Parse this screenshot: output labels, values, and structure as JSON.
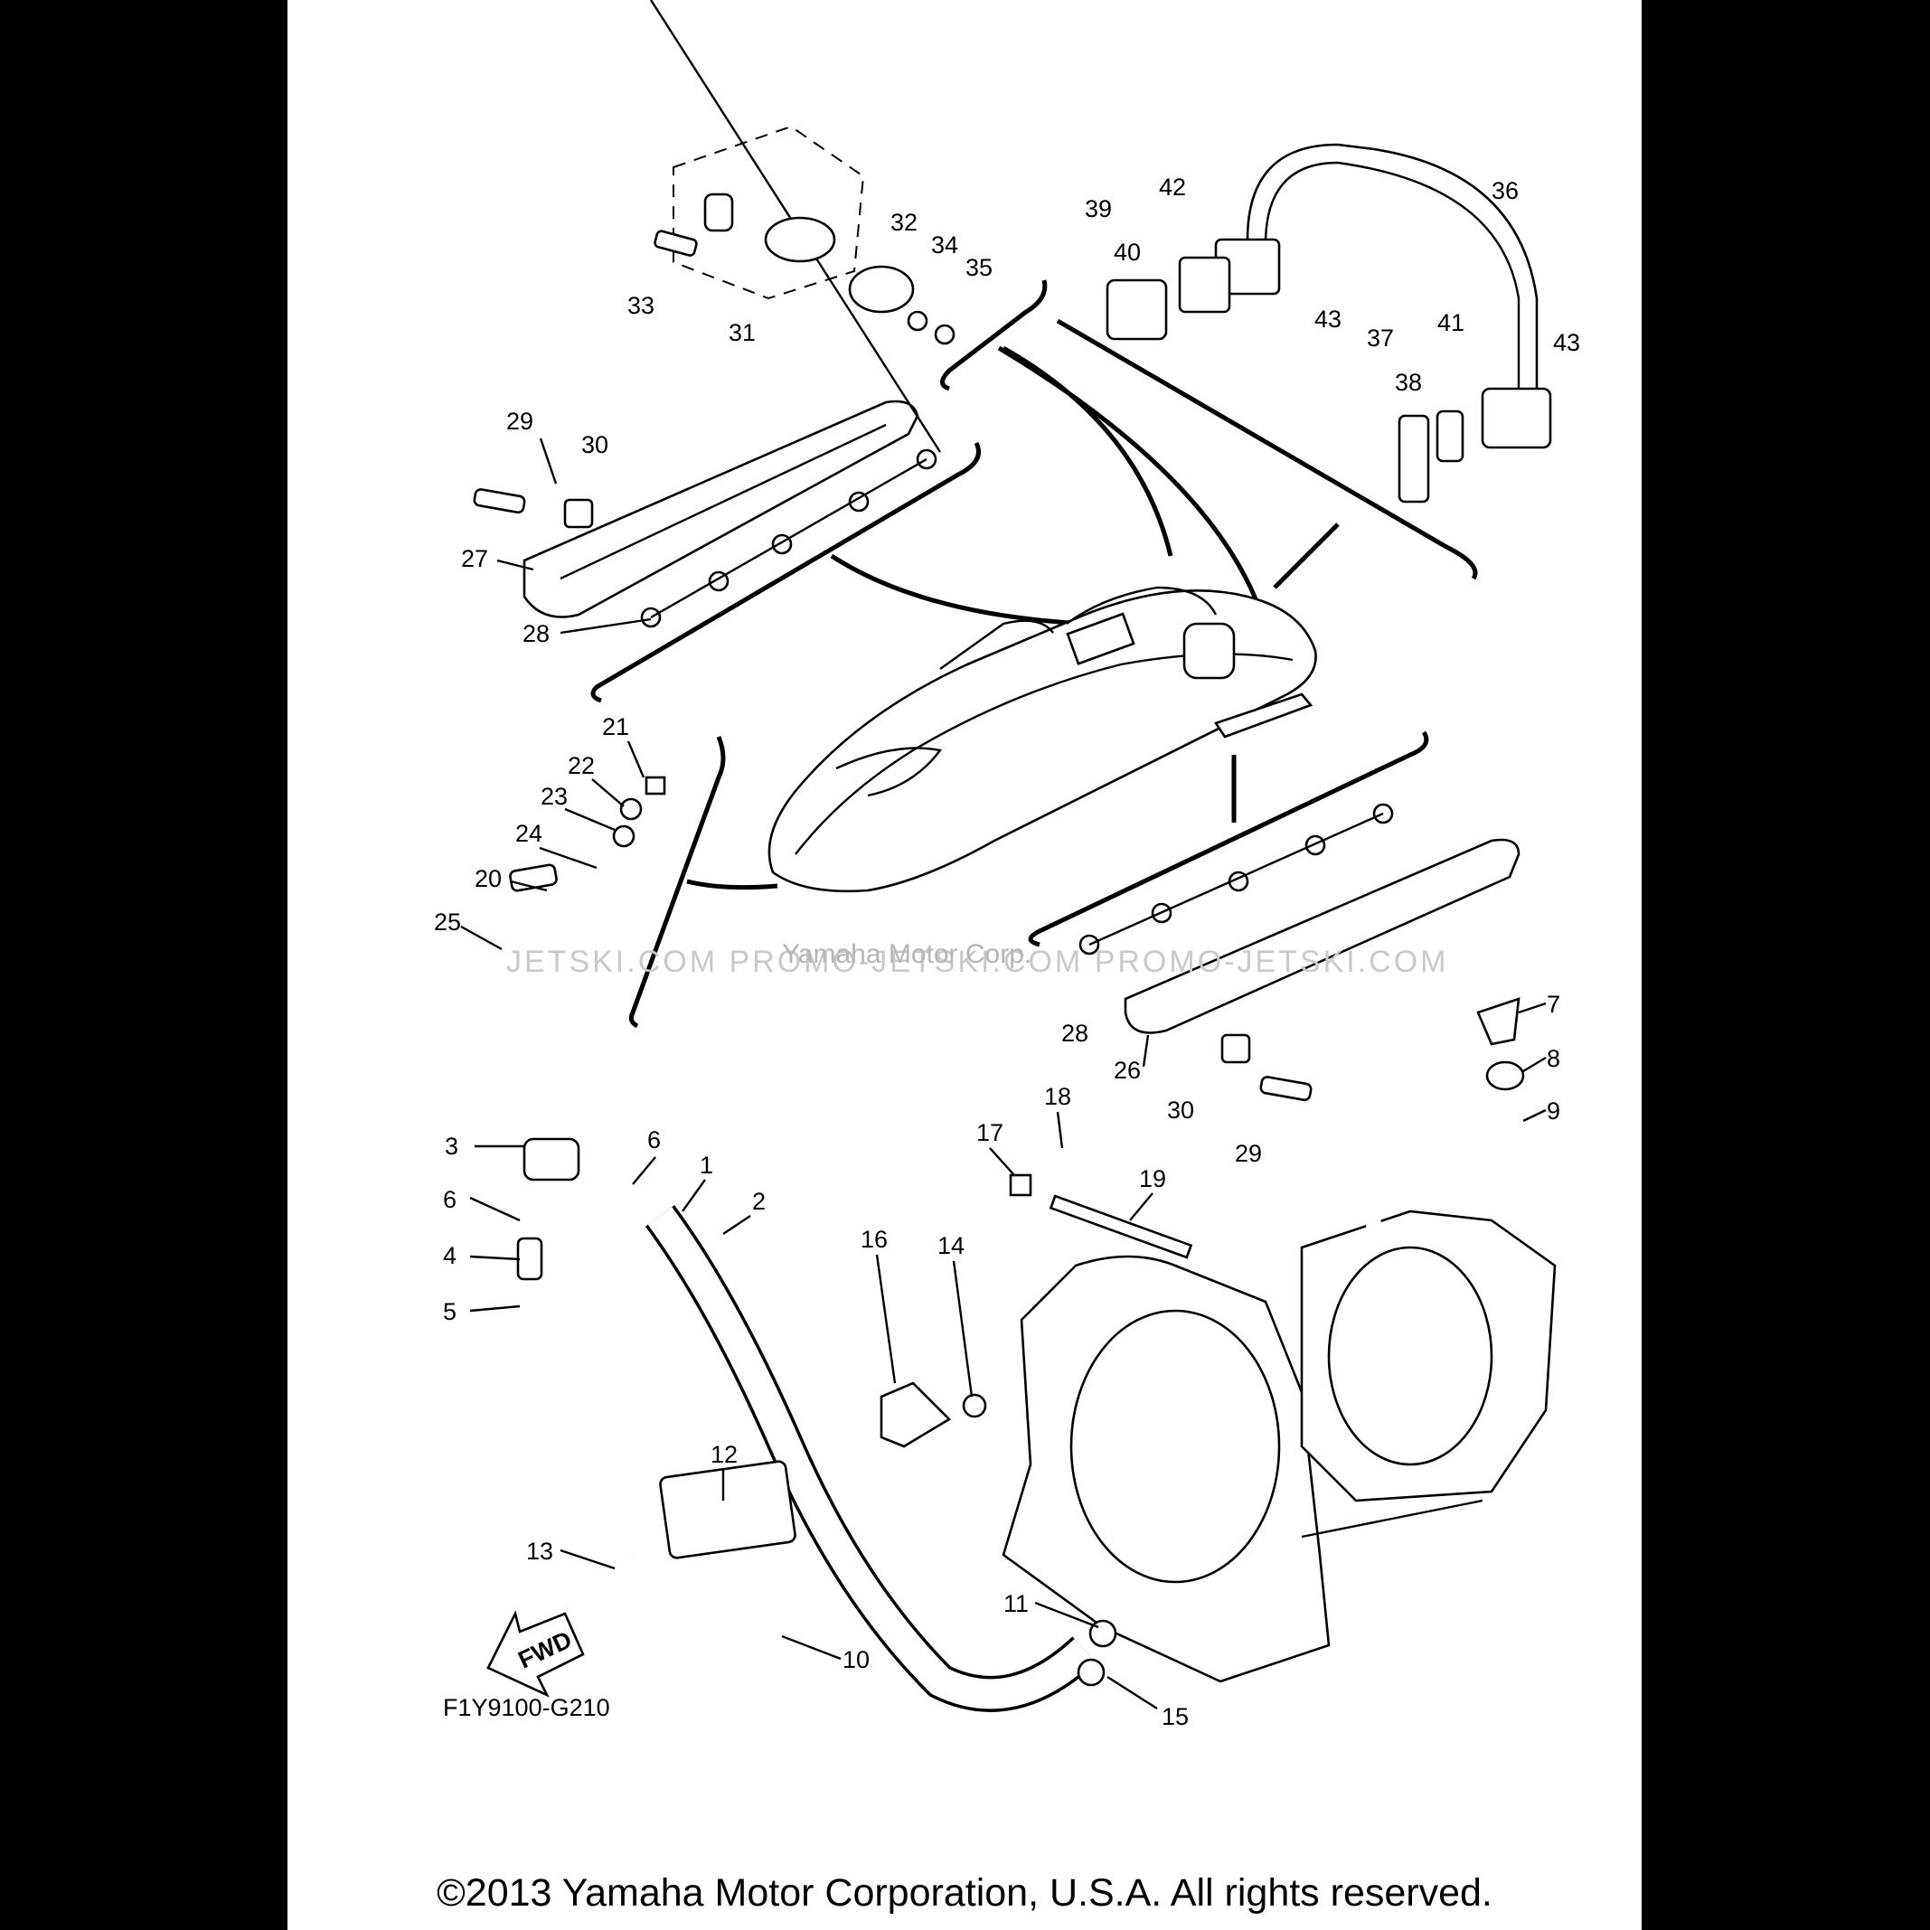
{
  "diagram": {
    "code": "F1Y9100-G210",
    "fwd_label": "FWD",
    "watermark_text": "JETSKI.COM   PROMO-JETSKI.COM   PROMO-JETSKI.COM",
    "watermark_owner": "Yamaha Motor Corp.",
    "copyright": "©2013 Yamaha Motor Corporation, U.S.A. All rights reserved.",
    "labels": [
      "1",
      "2",
      "3",
      "4",
      "5",
      "6",
      "6",
      "7",
      "8",
      "9",
      "10",
      "11",
      "12",
      "13",
      "14",
      "15",
      "16",
      "17",
      "18",
      "19",
      "20",
      "21",
      "22",
      "23",
      "24",
      "25",
      "26",
      "27",
      "28",
      "28",
      "29",
      "29",
      "30",
      "30",
      "31",
      "32",
      "33",
      "34",
      "35",
      "36",
      "37",
      "38",
      "39",
      "40",
      "41",
      "42",
      "43",
      "43"
    ]
  }
}
